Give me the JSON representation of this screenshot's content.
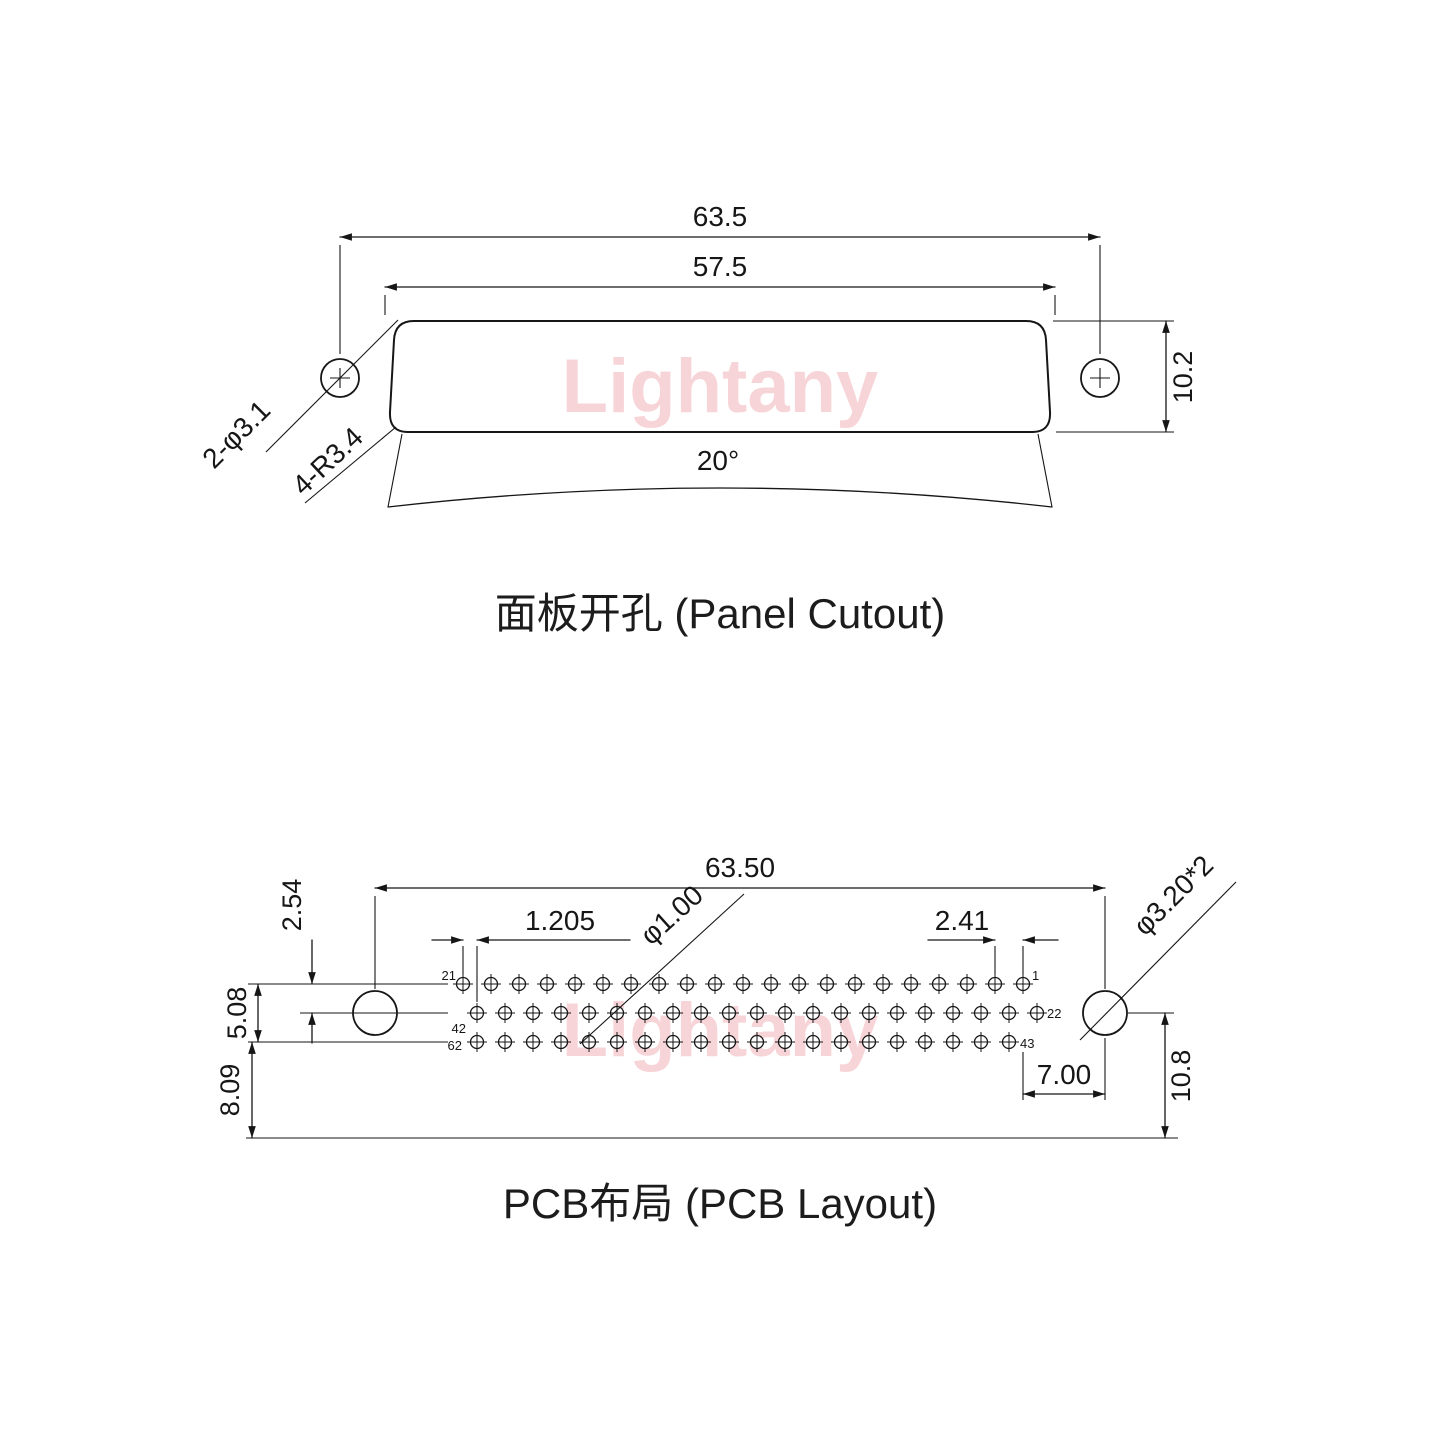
{
  "watermark": "Lightany",
  "panel": {
    "title": "面板开孔 (Panel Cutout)",
    "dim_width_outer": "63.5",
    "dim_width_inner": "57.5",
    "dim_height": "10.2",
    "dim_angle": "20°",
    "label_holes": "2-φ3.1",
    "label_radius": "4-R3.4"
  },
  "pcb": {
    "title": "PCB布局 (PCB Layout)",
    "dim_width": "63.50",
    "dim_row_pitch": "2.54",
    "dim_stagger": "1.205",
    "dim_pin_hole": "φ1.00",
    "dim_pitch": "2.41",
    "dim_rows_span": "5.08",
    "dim_bottom_offset": "8.09",
    "dim_edge_offset": "7.00",
    "dim_right_offset": "10.8",
    "label_mount_holes": "φ3.20*2",
    "pin_labels": {
      "top_left": "21",
      "top_right": "1",
      "mid_left": "42",
      "mid_right": "22",
      "bot_left": "62",
      "bot_right": "43"
    },
    "pin_rows": [
      {
        "count": 21
      },
      {
        "count": 21
      },
      {
        "count": 20
      }
    ]
  }
}
